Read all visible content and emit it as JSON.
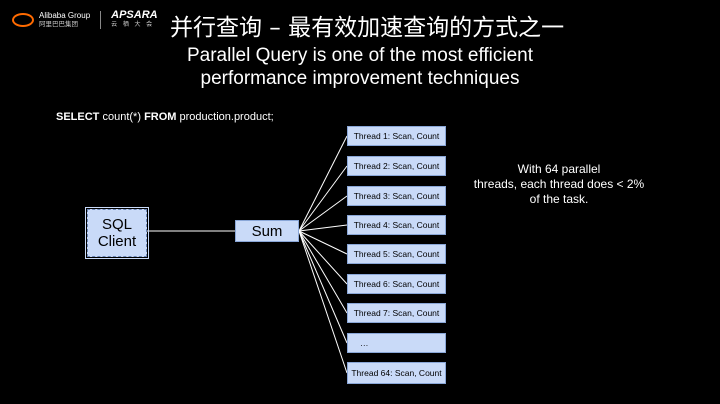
{
  "header": {
    "alibaba_name": "Alibaba Group",
    "alibaba_cn": "阿里巴巴集团",
    "apsara_name": "APSARA",
    "apsara_cn": "云 栖 大 会",
    "title": "并行查询 – 最有效加速查询的方式之一"
  },
  "subtitle": {
    "line1": "Parallel Query is one of the most efficient",
    "line2": "performance improvement techniques"
  },
  "sql": {
    "select": "SELECT",
    "middle": "count(*)",
    "from": "FROM",
    "table": "production.product;"
  },
  "diagram": {
    "client_line1": "SQL",
    "client_line2": "Client",
    "sum": "Sum",
    "threads": [
      "Thread 1: Scan, Count",
      "Thread 2: Scan, Count",
      "Thread 3: Scan, Count",
      "Thread 4: Scan, Count",
      "Thread 5: Scan, Count",
      "Thread 6: Scan, Count",
      "Thread 7: Scan, Count",
      "…",
      "Thread 64: Scan, Count"
    ]
  },
  "note": {
    "line1": "With 64 parallel",
    "line2": "threads, each thread  does < 2%",
    "line3": "of the task."
  },
  "colors": {
    "box_fill": "#c9daf8",
    "background": "#000000",
    "brand_orange": "#ff6a00"
  }
}
